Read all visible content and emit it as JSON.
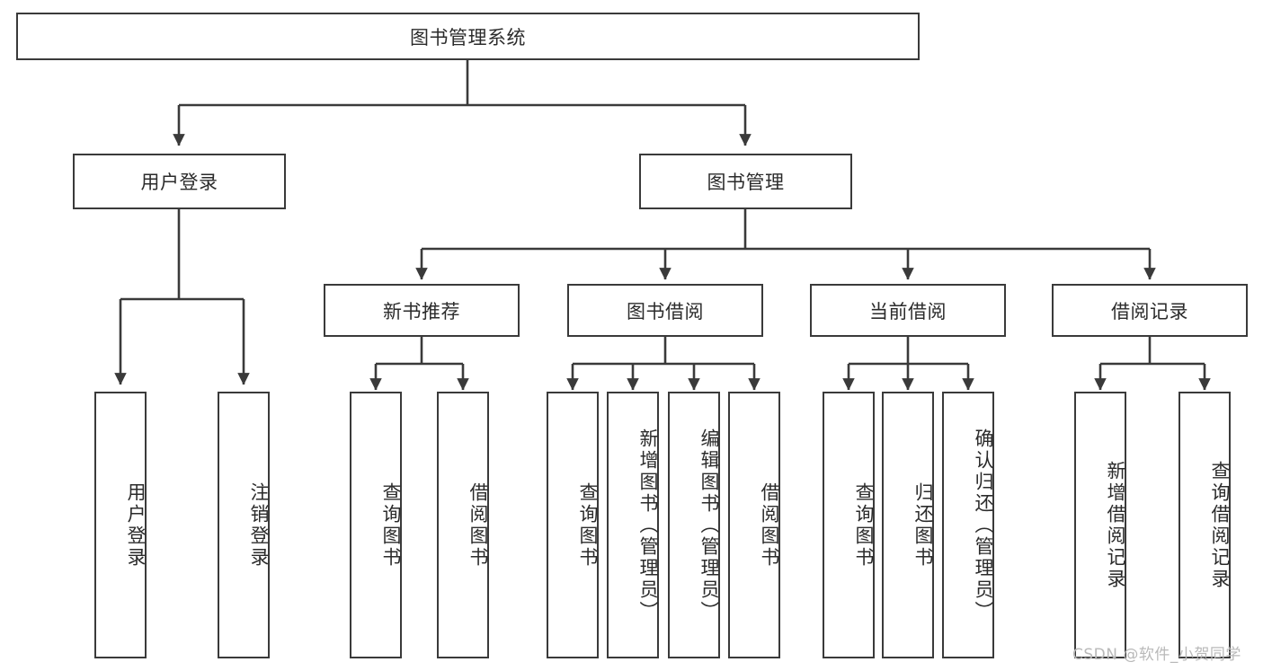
{
  "diagram": {
    "type": "hierarchy-tree",
    "title": "图书管理系统",
    "line_color": "#3a3a3a",
    "background": "#ffffff",
    "text_color": "#2b2b2b"
  },
  "root": {
    "label": "图书管理系统"
  },
  "level2": [
    {
      "label": "用户登录"
    },
    {
      "label": "图书管理"
    }
  ],
  "level3": [
    {
      "label": "新书推荐"
    },
    {
      "label": "图书借阅"
    },
    {
      "label": "当前借阅"
    },
    {
      "label": "借阅记录"
    }
  ],
  "leaves": {
    "user_login": [
      {
        "label": "用户登录"
      },
      {
        "label": "注销登录"
      }
    ],
    "new_book_recommend": [
      {
        "label": "查询图书"
      },
      {
        "label": "借阅图书"
      }
    ],
    "book_borrow": [
      {
        "label": "查询图书"
      },
      {
        "label": "新增图书（管理员）"
      },
      {
        "label": "编辑图书（管理员）"
      },
      {
        "label": "借阅图书"
      }
    ],
    "current_borrow": [
      {
        "label": "查询图书"
      },
      {
        "label": "归还图书"
      },
      {
        "label": "确认归还（管理员）"
      }
    ],
    "borrow_record": [
      {
        "label": "新增借阅记录"
      },
      {
        "label": "查询借阅记录"
      }
    ]
  },
  "watermark": {
    "text": "CSDN @软件_小贺同学"
  }
}
